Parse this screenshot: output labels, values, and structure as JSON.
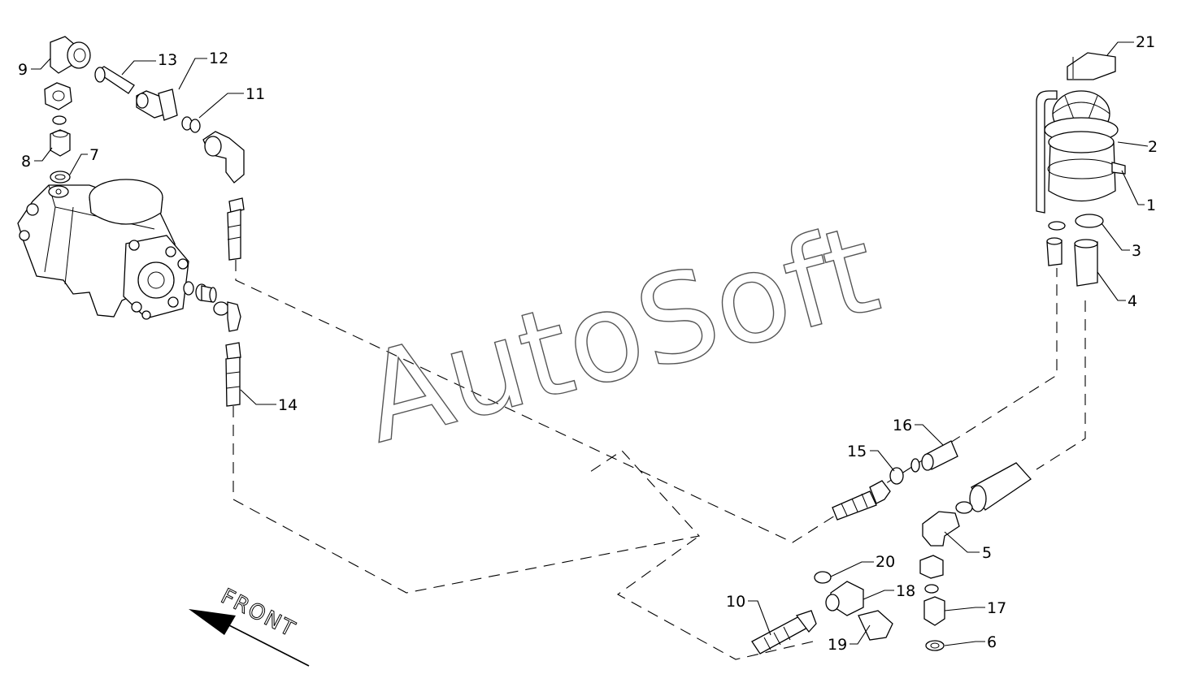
{
  "watermark": "AutoSoft",
  "front_label": "FRONT",
  "callouts": [
    "1",
    "2",
    "3",
    "4",
    "5",
    "6",
    "7",
    "8",
    "9",
    "10",
    "11",
    "12",
    "13",
    "14",
    "15",
    "16",
    "17",
    "18",
    "19",
    "20",
    "21"
  ]
}
